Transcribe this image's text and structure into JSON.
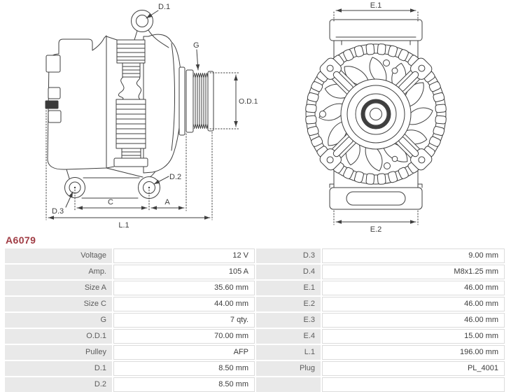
{
  "part_number": "A6079",
  "accent_color": "#a03c44",
  "line_color": "#3f3f3f",
  "table_label_bg": "#e9e9e9",
  "diagram_labels": {
    "d1": "D.1",
    "g": "G",
    "od1": "O.D.1",
    "d2": "D.2",
    "d3": "D.3",
    "c": "C",
    "a": "A",
    "l1": "L.1",
    "e1": "E.1",
    "e2": "E.2"
  },
  "specs": {
    "left_column": [
      {
        "label": "Voltage",
        "value": "12 V"
      },
      {
        "label": "Amp.",
        "value": "105 A"
      },
      {
        "label": "Size A",
        "value": "35.60 mm"
      },
      {
        "label": "Size C",
        "value": "44.00 mm"
      },
      {
        "label": "G",
        "value": "7 qty."
      },
      {
        "label": "O.D.1",
        "value": "70.00 mm"
      },
      {
        "label": "Pulley",
        "value": "AFP"
      },
      {
        "label": "D.1",
        "value": "8.50 mm"
      },
      {
        "label": "D.2",
        "value": "8.50 mm"
      }
    ],
    "right_column": [
      {
        "label": "D.3",
        "value": "9.00 mm"
      },
      {
        "label": "D.4",
        "value": "M8x1.25 mm"
      },
      {
        "label": "E.1",
        "value": "46.00 mm"
      },
      {
        "label": "E.2",
        "value": "46.00 mm"
      },
      {
        "label": "E.3",
        "value": "46.00 mm"
      },
      {
        "label": "E.4",
        "value": "15.00 mm"
      },
      {
        "label": "L.1",
        "value": "196.00 mm"
      },
      {
        "label": "Plug",
        "value": "PL_4001"
      },
      {
        "label": "",
        "value": ""
      }
    ]
  }
}
